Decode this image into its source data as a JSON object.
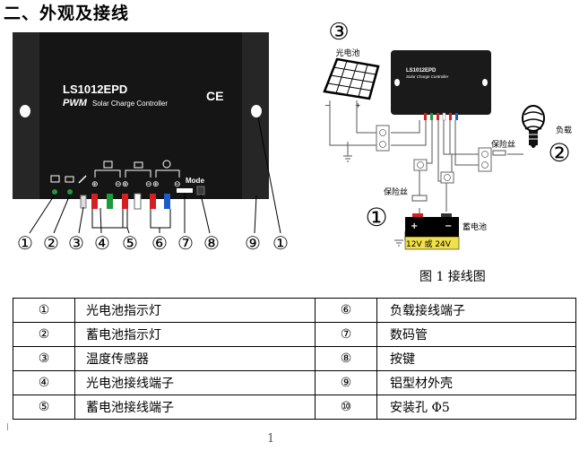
{
  "heading": "二、外观及接线",
  "device": {
    "model": "LS1012EPD",
    "pwm": "PWM",
    "subtitle": "Solar Charge Controller",
    "ce": "CE",
    "mode_label": "Mode"
  },
  "left_callouts": [
    "①",
    "②",
    "③",
    "④",
    "⑤",
    "⑥",
    "⑦",
    "⑧",
    "⑨",
    "①"
  ],
  "wiring": {
    "solar_num": "③",
    "solar_label": "光电池",
    "load_num": "②",
    "load_label": "负载",
    "battery_num": "①",
    "battery_label": "蓄电池",
    "battery_voltage": "12V 或 24V",
    "fuse1": "保险丝",
    "fuse2": "保险丝",
    "plus": "+",
    "minus": "−"
  },
  "caption": "图 1 接线图",
  "table": [
    {
      "n1": "①",
      "d1": "光电池指示灯",
      "n2": "⑥",
      "d2": "负载接线端子"
    },
    {
      "n1": "②",
      "d1": "蓄电池指示灯",
      "n2": "⑦",
      "d2": "数码管"
    },
    {
      "n1": "③",
      "d1": "温度传感器",
      "n2": "⑧",
      "d2": "按键"
    },
    {
      "n1": "④",
      "d1": "光电池接线端子",
      "n2": "⑨",
      "d2": "铝型材外壳"
    },
    {
      "n1": "⑤",
      "d1": "蓄电池接线端子",
      "n2": "⑩",
      "d2": "安装孔 Φ5"
    }
  ],
  "page_number": "1",
  "colors": {
    "case": "#1a1a1a",
    "red": "#d42020",
    "green": "#1f9a3a",
    "blue": "#1a5cc8",
    "white": "#ffffff"
  }
}
